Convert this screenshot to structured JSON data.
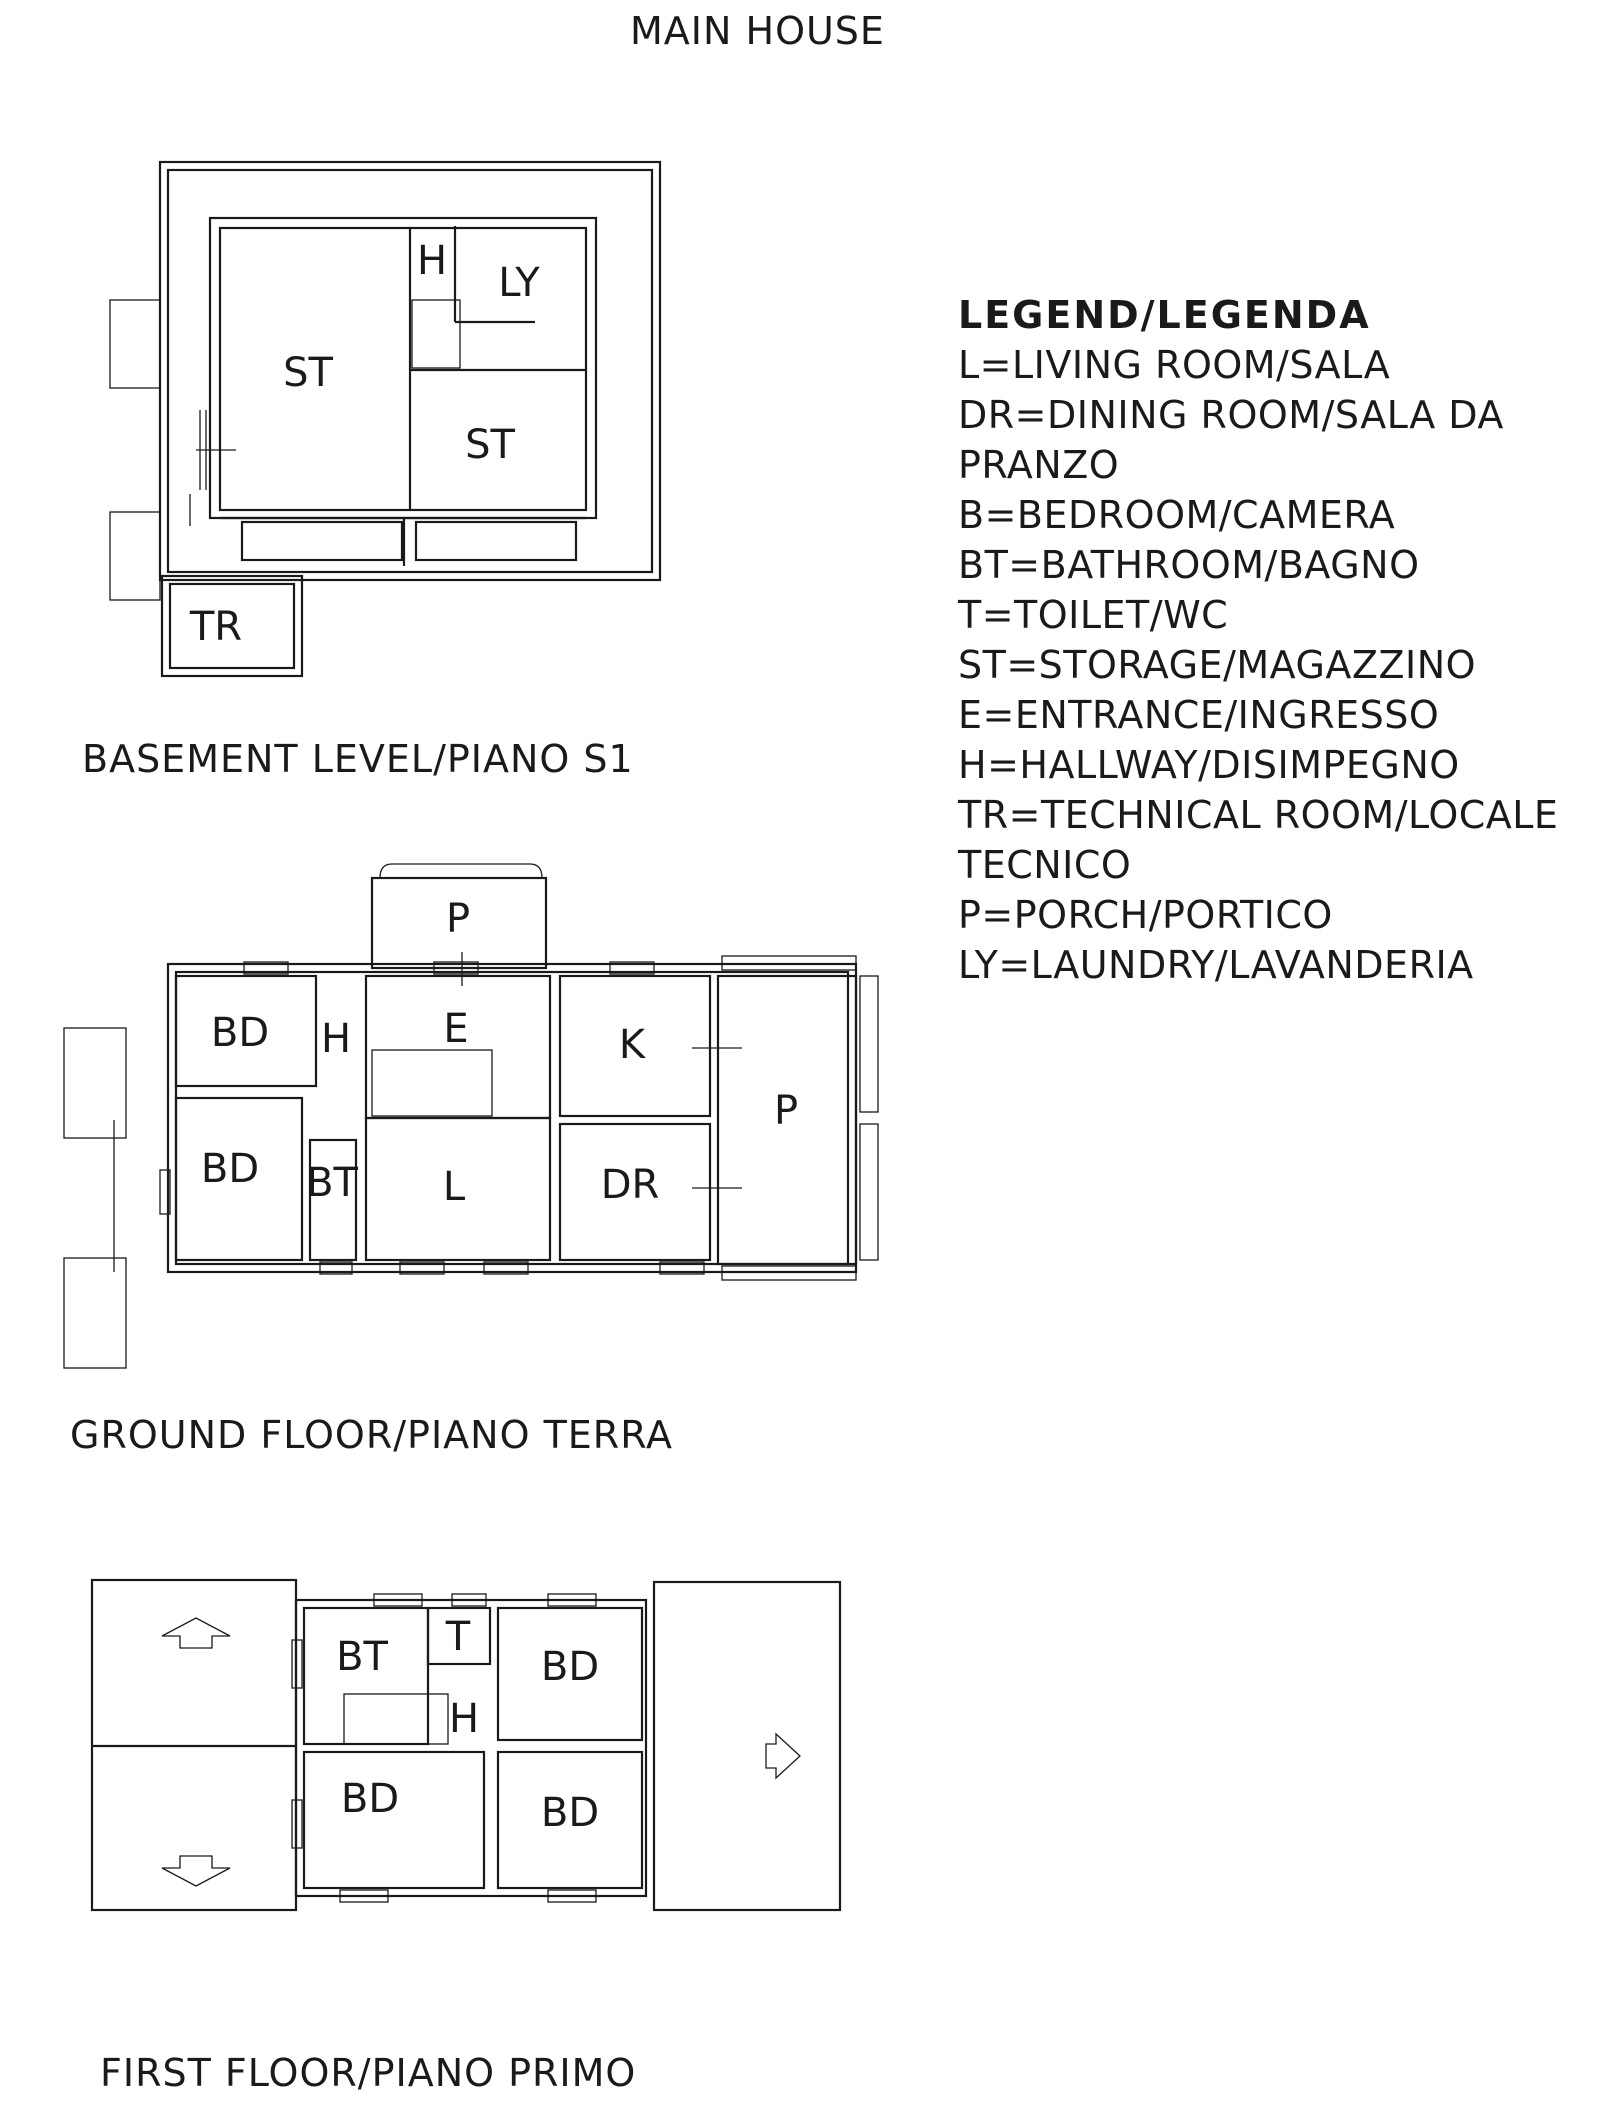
{
  "title": "MAIN HOUSE",
  "legend": {
    "heading": "LEGEND/LEGENDA",
    "entries": [
      "L=LIVING ROOM/SALA",
      "DR=DINING ROOM/SALA DA",
      "PRANZO",
      "B=BEDROOM/CAMERA",
      "BT=BATHROOM/BAGNO",
      "T=TOILET/WC",
      "ST=STORAGE/MAGAZZINO",
      "E=ENTRANCE/INGRESSO",
      "H=HALLWAY/DISIMPEGNO",
      "TR=TECHNICAL ROOM/LOCALE",
      "TECNICO",
      "P=PORCH/PORTICO",
      "LY=LAUNDRY/LAVANDERIA"
    ]
  },
  "floors": {
    "basement": {
      "caption": "BASEMENT LEVEL/PIANO S1",
      "rooms": [
        "H",
        "LY",
        "ST",
        "ST",
        "TR"
      ]
    },
    "ground": {
      "caption": "GROUND FLOOR/PIANO TERRA",
      "rooms": [
        "P",
        "BD",
        "H",
        "E",
        "K",
        "P",
        "BD",
        "BT",
        "L",
        "DR"
      ]
    },
    "first": {
      "caption": "FIRST FLOOR/PIANO PRIMO",
      "rooms": [
        "BT",
        "T",
        "BD",
        "H",
        "BD",
        "BD"
      ]
    }
  }
}
